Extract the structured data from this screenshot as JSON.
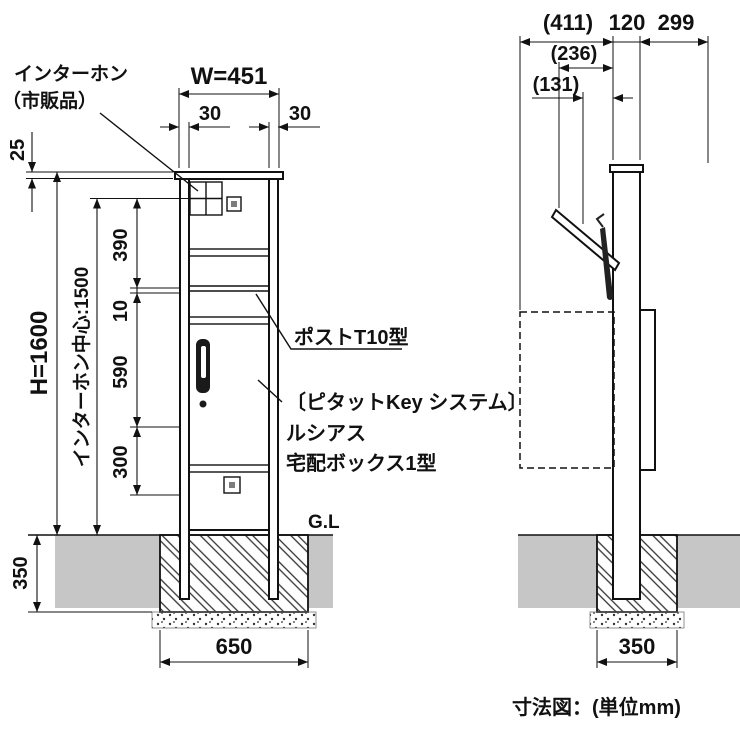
{
  "front_view": {
    "labels": {
      "intercom_line1": "インターホン",
      "intercom_line2": "（市販品）",
      "post_model": "ポストT10型",
      "key_system": "〔ピタットKey システム〕",
      "brand": "ルシアス",
      "delivery_box": "宅配ボックス1型",
      "ground_line": "G.L"
    },
    "dimensions": {
      "width": "W=451",
      "offset_left": "30",
      "offset_right": "30",
      "cap_height": "25",
      "height": "H=1600",
      "intercom_center": "インターホン中心:1500",
      "seg_390": "390",
      "seg_10": "10",
      "seg_590": "590",
      "seg_300": "300",
      "depth_below_ground": "350",
      "foundation_width": "650"
    }
  },
  "side_view": {
    "dimensions": {
      "overall_depth": "(411)",
      "post_depth": "120",
      "rear_depth": "299",
      "open_depth": "(236)",
      "arm_depth": "(131)",
      "foundation_width": "350"
    }
  },
  "caption": "寸法図：(単位mm)",
  "colors": {
    "line": "#111111",
    "soil": "#c6c6c6"
  }
}
